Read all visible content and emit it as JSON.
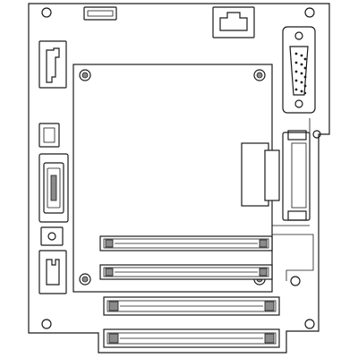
{
  "diagram": {
    "type": "motherboard-outline",
    "mounting_holes": 10,
    "components": [
      "jumper-header-top",
      "rj45-port",
      "db15-connector",
      "power-header-left",
      "small-header-left",
      "mini-port-left",
      "small-square-component",
      "power-header-bottom-left",
      "cpu-module",
      "side-connector-assembly",
      "memory-slot-1",
      "memory-slot-2",
      "expansion-slot-1",
      "expansion-slot-2"
    ],
    "colors": {
      "line": "#1a1a1a",
      "background": "#ffffff",
      "accent_gray": "#8a8a8a"
    }
  }
}
